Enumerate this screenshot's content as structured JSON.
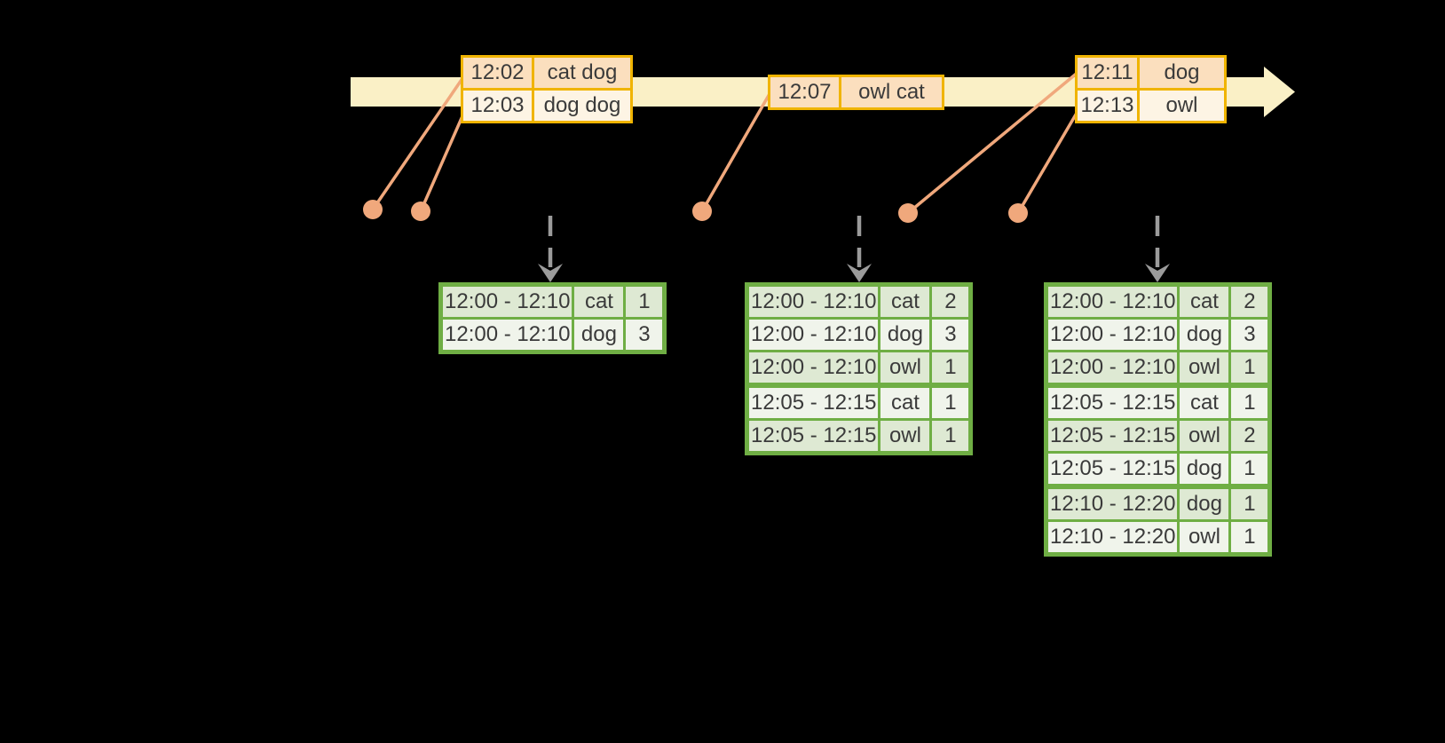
{
  "colors": {
    "background": "#000000",
    "timeline_band": "#FAF0C6",
    "event_table_border": "#F0B400",
    "event_row_dark": "#FBDFBE",
    "event_row_light": "#FDF4E4",
    "connector_salmon": "#F0A87C",
    "result_table_border": "#6FAE44",
    "result_row_dark": "#DEE9D3",
    "result_row_light": "#F0F4EB",
    "trigger_arrow_gray": "#9B9B9B",
    "text": "#3A3A3A"
  },
  "icons": {
    "timeline_arrowhead": "right-pointing-triangle",
    "event_time_dot": "filled-circle",
    "trigger_arrow": "dashed-down-arrow"
  },
  "event_tables": [
    {
      "rows": [
        {
          "time": "12:02",
          "words": "cat dog"
        },
        {
          "time": "12:03",
          "words": "dog dog"
        }
      ]
    },
    {
      "rows": [
        {
          "time": "12:07",
          "words": "owl cat"
        }
      ]
    },
    {
      "rows": [
        {
          "time": "12:11",
          "words": "dog"
        },
        {
          "time": "12:13",
          "words": "owl"
        }
      ]
    }
  ],
  "result_tables": [
    {
      "rows": [
        {
          "window": "12:00 - 12:10",
          "word": "cat",
          "count": "1"
        },
        {
          "window": "12:00 - 12:10",
          "word": "dog",
          "count": "3"
        }
      ]
    },
    {
      "rows": [
        {
          "window": "12:00 - 12:10",
          "word": "cat",
          "count": "2"
        },
        {
          "window": "12:00 - 12:10",
          "word": "dog",
          "count": "3"
        },
        {
          "window": "12:00 - 12:10",
          "word": "owl",
          "count": "1"
        },
        {
          "window": "12:05 - 12:15",
          "word": "cat",
          "count": "1"
        },
        {
          "window": "12:05 - 12:15",
          "word": "owl",
          "count": "1"
        }
      ]
    },
    {
      "rows": [
        {
          "window": "12:00 - 12:10",
          "word": "cat",
          "count": "2"
        },
        {
          "window": "12:00 - 12:10",
          "word": "dog",
          "count": "3"
        },
        {
          "window": "12:00 - 12:10",
          "word": "owl",
          "count": "1"
        },
        {
          "window": "12:05 - 12:15",
          "word": "cat",
          "count": "1"
        },
        {
          "window": "12:05 - 12:15",
          "word": "owl",
          "count": "2"
        },
        {
          "window": "12:05 - 12:15",
          "word": "dog",
          "count": "1"
        },
        {
          "window": "12:10 - 12:20",
          "word": "dog",
          "count": "1"
        },
        {
          "window": "12:10 - 12:20",
          "word": "owl",
          "count": "1"
        }
      ]
    }
  ]
}
